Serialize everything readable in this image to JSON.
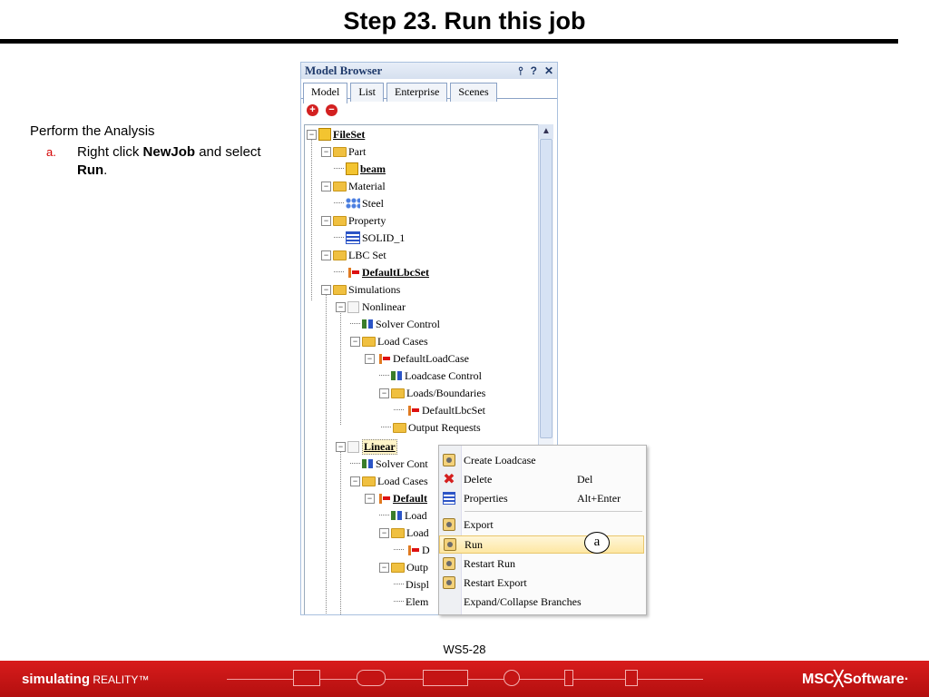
{
  "slide": {
    "title": "Step 23. Run this job",
    "page_number": "WS5-28"
  },
  "instructions": {
    "heading": "Perform the Analysis",
    "step_marker": "a.",
    "step_text_1": "Right click ",
    "step_bold_1": "NewJob",
    "step_text_2": " and select ",
    "step_bold_2": "Run",
    "step_text_3": "."
  },
  "model_browser": {
    "title": "Model Browser",
    "title_icons": [
      "pin-icon",
      "help-icon",
      "close-icon"
    ],
    "tabs": [
      "Model",
      "List",
      "Enterprise",
      "Scenes"
    ],
    "active_tab": "Model",
    "tree": {
      "fileset": "FileSet",
      "part": "Part",
      "beam": "beam",
      "material": "Material",
      "steel": "Steel",
      "property": "Property",
      "solid": "SOLID_1",
      "lbc_set": "LBC Set",
      "default_lbc": "DefaultLbcSet",
      "simulations": "Simulations",
      "nonlinear": "Nonlinear",
      "solver_control": "Solver Control",
      "load_cases": "Load Cases",
      "default_loadcase": "DefaultLoadCase",
      "loadcase_control": "Loadcase Control",
      "loads_boundaries": "Loads/Boundaries",
      "default_lbc_ref": "DefaultLbcSet",
      "output_requests": "Output Requests",
      "linear": "Linear",
      "solver_control_trunc": "Solver Cont",
      "load_cases_2": "Load Cases",
      "default_trunc": "Default",
      "loadcase_trunc": "Load",
      "loads_trunc": "Load",
      "d_trunc": "D",
      "output_trunc": "Outp",
      "displ_trunc": "Displ",
      "elem_trunc": "Elem"
    }
  },
  "context_menu": {
    "items": [
      {
        "label": "Create Loadcase",
        "shortcut": "",
        "icon": "gear-icon"
      },
      {
        "label": "Delete",
        "shortcut": "Del",
        "icon": "delete-icon"
      },
      {
        "label": "Properties",
        "shortcut": "Alt+Enter",
        "icon": "properties-icon"
      },
      {
        "label": "Export",
        "shortcut": "",
        "icon": "gear-icon"
      },
      {
        "label": "Run",
        "shortcut": "",
        "icon": "gear-icon"
      },
      {
        "label": "Restart Run",
        "shortcut": "",
        "icon": "gear-icon"
      },
      {
        "label": "Restart Export",
        "shortcut": "",
        "icon": "gear-icon"
      },
      {
        "label": "Expand/Collapse Branches",
        "shortcut": "",
        "icon": ""
      }
    ],
    "highlighted_item": "Run",
    "callout": "a"
  },
  "footer": {
    "tagline_bold": "simulating",
    "tagline_rest": " REALITY™",
    "logo": "MSC╳Software·",
    "colors": {
      "footer_red": "#c81414",
      "step_marker": "#d40000"
    }
  }
}
